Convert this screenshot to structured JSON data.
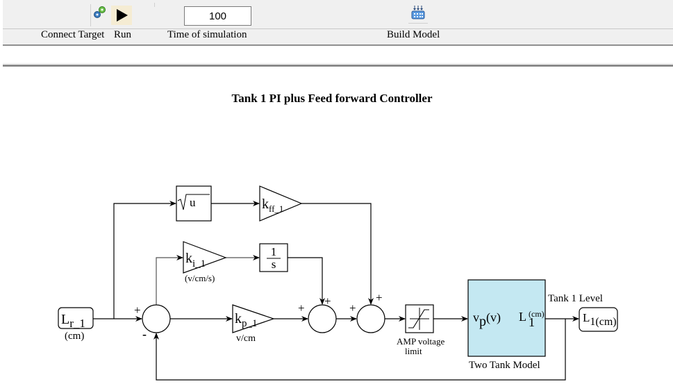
{
  "toolbar": {
    "connect_target_label": "Connect Target",
    "run_label": "Run",
    "time_of_simulation_label": "Time of simulation",
    "time_of_simulation_value": "100",
    "build_model_label": "Build Model",
    "icons": {
      "connect": "connect-target-icon",
      "run": "play-icon",
      "build": "build-model-icon"
    }
  },
  "diagram": {
    "title": "Tank 1 PI plus Feed forward Controller",
    "blocks": {
      "inport": {
        "main": "L",
        "sub": "r_1",
        "unit": "(cm)"
      },
      "sqrt": {
        "label": "u"
      },
      "kff": {
        "main": "k",
        "sub": "ff_1"
      },
      "ki": {
        "main": "k",
        "sub": "i_1",
        "unit": "(v/cm/s)"
      },
      "integrator": {
        "num": "1",
        "den": "s"
      },
      "kp": {
        "main": "k",
        "sub": "p_1",
        "unit": "v/cm"
      },
      "saturation": {
        "label_line1": "AMP voltage",
        "label_line2": "limit"
      },
      "plant": {
        "name": "Two Tank Model",
        "input_main": "v",
        "input_sub": "p",
        "input_unit": "(v)",
        "output_main": "L",
        "output_sub": "1",
        "output_unit": "(cm)"
      },
      "outport": {
        "main": "L",
        "sub": "1(cm)",
        "signal_label": "Tank 1 Level"
      }
    },
    "signs": {
      "sum1_top": "+",
      "sum1_bottom": "-",
      "sum2_left": "+",
      "sum2_top": "+",
      "sum3_left": "+",
      "sum3_top": "+"
    },
    "colors": {
      "plant_fill": "#c4e8f2",
      "run_button_bg": "#f5ecd3",
      "line": "#000000"
    }
  }
}
